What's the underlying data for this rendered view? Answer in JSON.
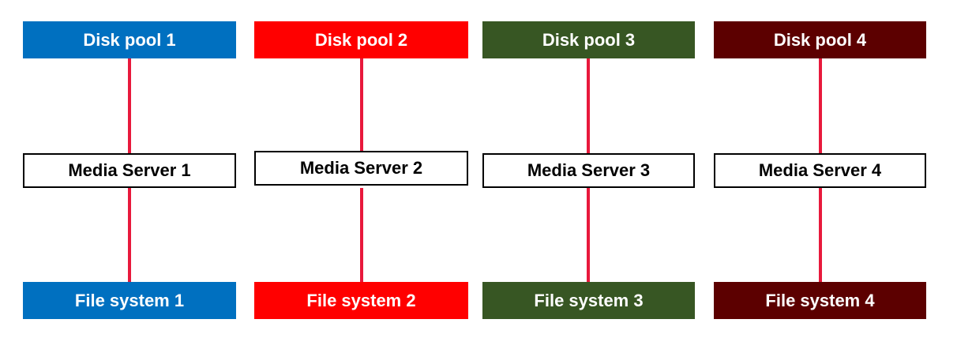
{
  "colors": {
    "connector": "#e8193c",
    "server_border": "#000000"
  },
  "columns": [
    {
      "disk_pool": "Disk pool 1",
      "media_server": "Media Server 1",
      "file_system": "File system 1",
      "color": "#0070c0"
    },
    {
      "disk_pool": "Disk pool 2",
      "media_server": "Media Server 2",
      "file_system": "File system 2",
      "color": "#ff0000"
    },
    {
      "disk_pool": "Disk pool 3",
      "media_server": "Media Server 3",
      "file_system": "File system 3",
      "color": "#375623"
    },
    {
      "disk_pool": "Disk pool 4",
      "media_server": "Media Server 4",
      "file_system": "File system 4",
      "color": "#5c0000"
    }
  ]
}
